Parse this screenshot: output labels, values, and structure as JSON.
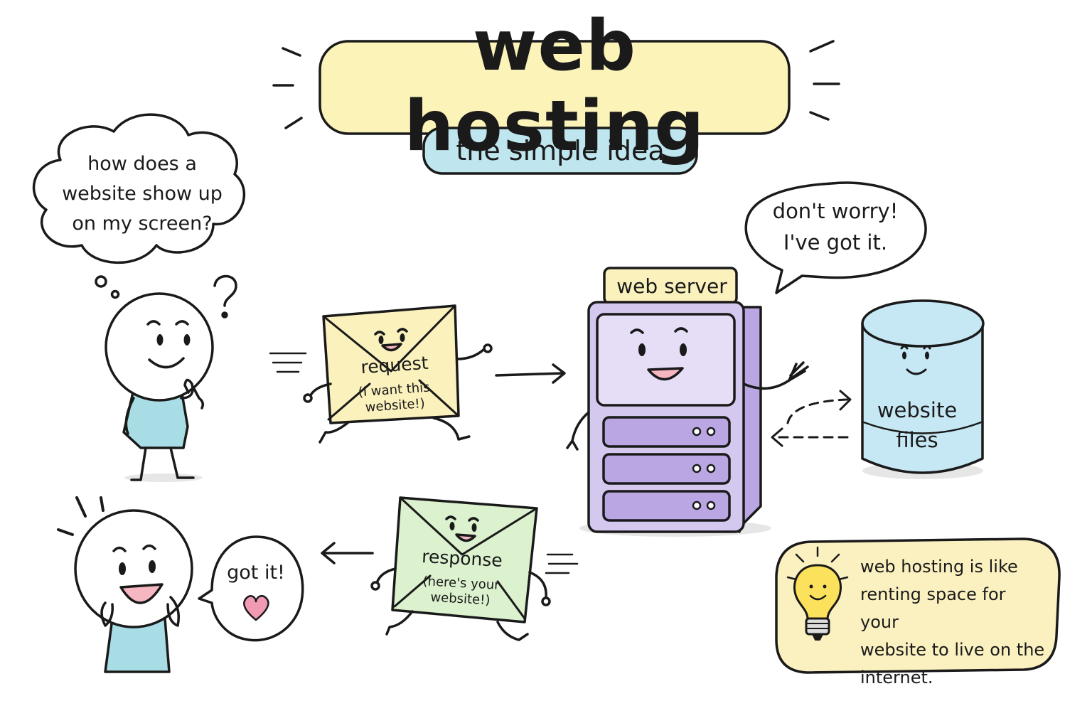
{
  "title": "web hosting",
  "subtitle": "the simple idea",
  "thought_bubble": {
    "line1": "how does a",
    "line2": "website show up",
    "line3": "on my screen?"
  },
  "server_speech": {
    "line1": "don't worry!",
    "line2": "I've got it."
  },
  "server_tag": "web server",
  "request": {
    "label": "request",
    "note_line1": "(I want this",
    "note_line2": "website!)"
  },
  "files": {
    "line1": "website",
    "line2": "files"
  },
  "response": {
    "label": "response",
    "note_line1": "(here's your",
    "note_line2": "website!)"
  },
  "user_reply": "got it!",
  "tip": {
    "line1": "web hosting is like",
    "line2": "renting space for your",
    "line3": "website to live on the",
    "line4": "internet."
  },
  "colors": {
    "ink": "#1a1a1a",
    "title_yellow": "#fbf3b8",
    "subtitle_blue": "#bfe6ef",
    "server_purple": "#d5c8ef",
    "server_purple_dark": "#b9a6e3",
    "files_blue": "#c6e7f4",
    "request_yellow": "#fbf1bd",
    "response_green": "#dcf2cf",
    "shirt_blue": "#a9dde6",
    "tip_yellow": "#fbf1c0",
    "heart_pink": "#f19ab3",
    "bulb_yellow": "#fbe15c"
  },
  "icons": [
    "question-mark-icon",
    "arrow-right-icon",
    "arrow-left-icon",
    "heart-icon",
    "lightbulb-icon",
    "envelope-icon",
    "server-icon",
    "database-icon"
  ]
}
